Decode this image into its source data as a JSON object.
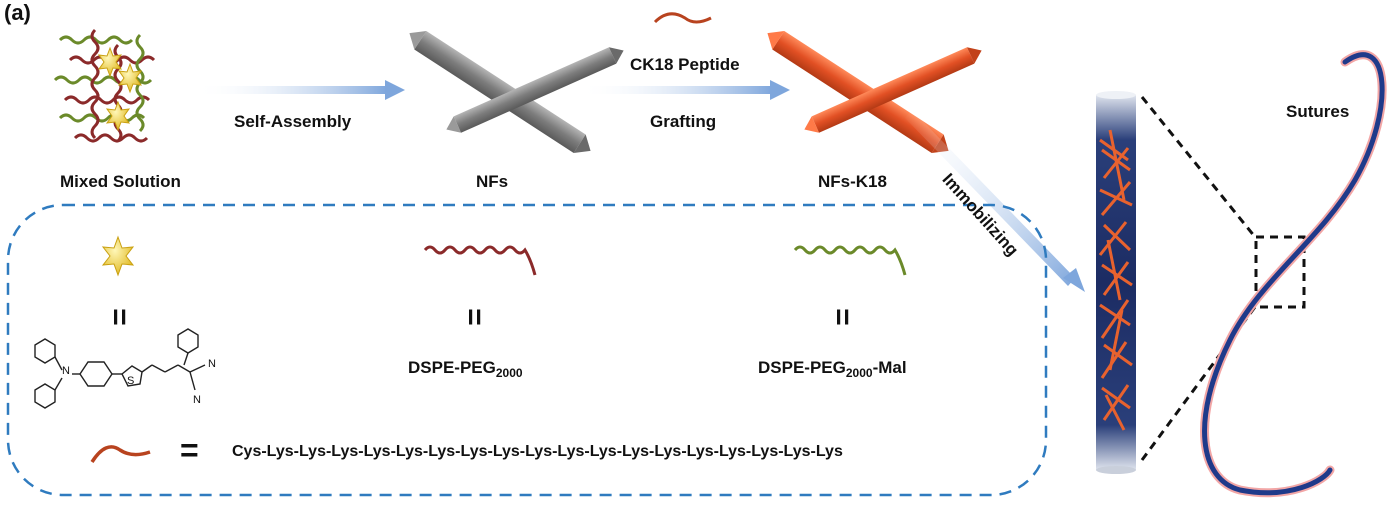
{
  "panel_label": "(a)",
  "steps": {
    "mixed_solution": "Mixed Solution",
    "self_assembly": "Self-Assembly",
    "nfs": "NFs",
    "ck18_peptide": "CK18 Peptide",
    "grafting": "Grafting",
    "nfs_k18": "NFs-K18",
    "immobilizing": "Immobilizing",
    "sutures": "Sutures"
  },
  "legend": {
    "equals_sign": "=",
    "dspe_peg_base": "DSPE-PEG",
    "dspe_peg_sub": "2000",
    "dspe_peg_mal_base": "DSPE-PEG",
    "dspe_peg_mal_sub": "2000",
    "dspe_peg_mal_suffix": "-Mal",
    "peptide_sequence": "Cys-Lys-Lys-Lys-Lys-Lys-Lys-Lys-Lys-Lys-Lys-Lys-Lys-Lys-Lys-Lys-Lys-Lys-Lys"
  },
  "molecule_atoms": {
    "nitrogen": "N",
    "sulfur": "S",
    "nitrile_1": "N",
    "nitrile_2": "N"
  },
  "colors": {
    "gray_fiber": "#8a8a8a",
    "orange_fiber": "#e85a2c",
    "dark_red_strand": "#8b2a2a",
    "green_strand": "#6b8a2a",
    "star": "#f2d84a",
    "dashed_border": "#2f7bbf",
    "arrow": "#8fb2e0",
    "suture": "#1f3a8a"
  }
}
